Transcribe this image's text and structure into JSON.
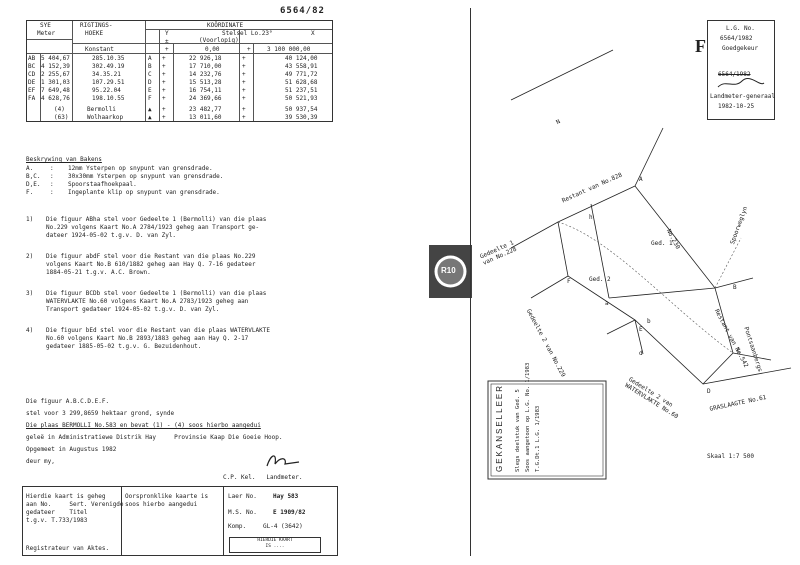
{
  "sheet_number": "6564/82",
  "table": {
    "headers": {
      "sye": "SYE",
      "meter": "Meter",
      "rigting_1": "RIGTINGS-",
      "rigting_2": "HOEKE",
      "konstant": "Konstant",
      "koordinate": "KOÖRDINATE",
      "stelsel": "Stelsel Lo.23°",
      "voorlopig": "(Voorlopig)",
      "y": "Y",
      "x": "X",
      "y_const": "0,00",
      "x_const": "3 100 000,00",
      "pm": "±",
      "plus": "+"
    },
    "rows": [
      {
        "label": "AB",
        "side": "5 404,67",
        "angle": "285.10.35",
        "pt": "A",
        "sy": "+",
        "y": "22 926,18",
        "sx": "+",
        "x": "40 124,00"
      },
      {
        "label": "BC",
        "side": "4 152,39",
        "angle": "302.49.19",
        "pt": "B",
        "sy": "+",
        "y": "17 710,00",
        "sx": "+",
        "x": "43 558,91"
      },
      {
        "label": "CD",
        "side": "2 255,67",
        "angle": "34.35.21",
        "pt": "C",
        "sy": "+",
        "y": "14 232,76",
        "sx": "+",
        "x": "49 771,72"
      },
      {
        "label": "DE",
        "side": "1 301,03",
        "angle": "107.29.51",
        "pt": "D",
        "sy": "+",
        "y": "15 513,28",
        "sx": "+",
        "x": "51 628,68"
      },
      {
        "label": "EF",
        "side": "7 649,48",
        "angle": "95.22.04",
        "pt": "E",
        "sy": "+",
        "y": "16 754,11",
        "sx": "+",
        "x": "51 237,51"
      },
      {
        "label": "FA",
        "side": "4 628,76",
        "angle": "198.10.55",
        "pt": "F",
        "sy": "+",
        "y": "24 369,66",
        "sx": "+",
        "x": "50 521,93"
      }
    ],
    "beacons": [
      {
        "label": "(4)",
        "name": "Bermolli",
        "mark": "▲",
        "sy": "+",
        "y": "23 482,77",
        "sx": "+",
        "x": "50 937,54"
      },
      {
        "label": "(63)",
        "name": "Wolhaarkop",
        "mark": "▲",
        "sy": "+",
        "y": "13 011,60",
        "sx": "+",
        "x": "39 530,39"
      }
    ]
  },
  "beskrywing": {
    "title": "Beskrywing van Bakens",
    "items": [
      {
        "key": "A.",
        "text": ":    12mm Ysterpen op snypunt van grensdrade."
      },
      {
        "key": "B,C.",
        "text": ":    30x30mm Ysterpen op snypunt van grensdrade."
      },
      {
        "key": "D,E.",
        "text": ":    Spoorstaafhoekpaal."
      },
      {
        "key": "F.",
        "text": ":    Ingeplante klip op snypunt van grensdrade."
      }
    ]
  },
  "notes": [
    {
      "n": "1)",
      "text": "Die figuur ABha stel voor Gedeelte 1 (Bermolli) van die plaas\nNo.229 volgens Kaart No.A 2784/1923 geheg aan Transport ge-\ndateer 1924-05-02 t.g.v. D. van Zyl."
    },
    {
      "n": "2)",
      "text": "Die figuur abdF stel voor die Restant van die plaas No.229\nvolgens Kaart No.B 610/1882 geheg aan Hay Q. 7-16 gedateer\n1884-05-21 t.g.v. A.C. Brown."
    },
    {
      "n": "3)",
      "text": "Die figuur BCDb stel voor Gedeelte 1 (Bermolli) van die plaas\nWATERVLAKTE No.60 volgens Kaart No.A 2783/1923 geheg aan\nTransport gedateer 1924-05-02 t.g.v. D. van Zyl."
    },
    {
      "n": "4)",
      "text": "Die figuur bEd stel voor die Restant van die plaas WATERVLAKTE\nNo.60 volgens Kaart No.B 2893/1883 geheg aan Hay Q. 2-17\ngedateer 1885-05-02 t.g.v. G. Bezuidenhout."
    }
  ],
  "certificate": {
    "line1": "Die figuur A.B.C.D.E.F.",
    "line2": "stel voor 3 299,8659 hektaar grond, synde",
    "line3": "Die plaas BERMOLLI No.583 en bevat (1) - (4) soos hierbo aangedui",
    "line4": "geleë in Administratiewe Distrik Hay     Provinsie Kaap Die Goeie Hoop.",
    "line5": "Opgemeet in Augustus 1982",
    "line6": "deur my,",
    "surveyor": "C.P. Kel.   Landmeter."
  },
  "footer": {
    "box1": "Hierdie kaart is geheg\naan No.     Sert. Verenigde\ngedateer    Titel\nt.g.v. T.733/1983",
    "registrar": "Registrateur van Aktes.",
    "box2": "Oorspronklike kaarte is\nsoos hierbo aangedui",
    "lae_label": "Laer No.",
    "lae_value": "Hay 583",
    "ms_label": "M.S. No.",
    "ms_value": "E 1909/82",
    "komp_label": "Komp.",
    "komp_value": "GL-4 (3642)",
    "stamp": "HIERDIE KAART\nIS ...."
  },
  "lg_box": {
    "label1": "L.G. No.",
    "value1": "6564/1982",
    "label2": "Goedgekeur",
    "crossed": "6564/1982",
    "signoff": "Landmeter-generaal",
    "date": "1982-10-25",
    "letter": "F"
  },
  "plan": {
    "labels": {
      "restant_828": "Restant van No.828",
      "no230": "No.230",
      "ged1": "Ged. 1",
      "ged2": "Ged. 2",
      "gedeelte1_228": "Gedeelte 1\nvan No.228",
      "gedeelte2_229": "Gedeelte 2 van No.229",
      "spoorweg": "Spoorweglyn",
      "restant_542": "Restant van No.542",
      "pontsaan": "Pontsaanbergs",
      "gedeelte2_wv": "Gedeelte 2 van\nWATERVLAKTE No.60",
      "graslaagte": "GRASLAAGTE No.61",
      "scale": "Skaal 1:7 500",
      "north": "N"
    },
    "points": {
      "A": "A",
      "B": "B",
      "C": "C",
      "D": "D",
      "E": "E",
      "F": "F",
      "a": "a",
      "b": "b",
      "d": "d",
      "h": "h"
    }
  },
  "seal_text": "R10",
  "gekanselleer": {
    "title": "GEKANSELLEER",
    "lines": "Slegs deelstuk van Ged. 5\nSoos aangetoon op L.G. No. 1/1983\nT.G.Dt.1 L.G. 1/1983"
  }
}
